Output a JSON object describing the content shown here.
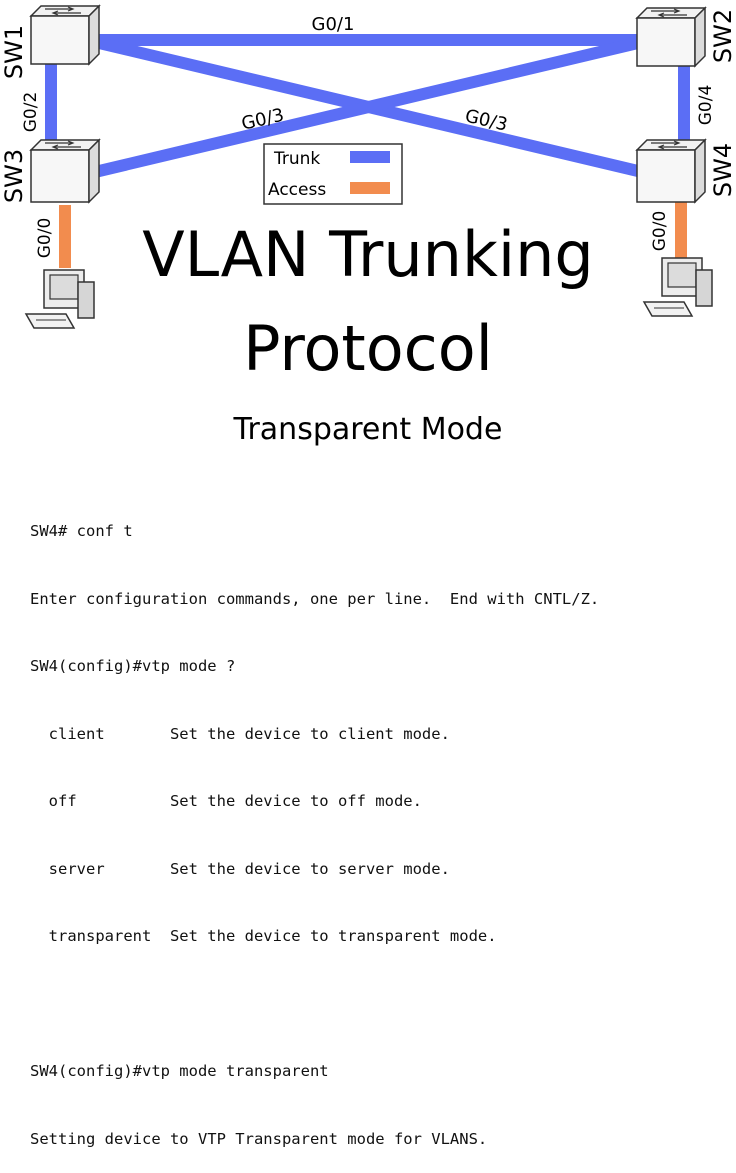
{
  "switches": {
    "sw1": "SW1",
    "sw2": "SW2",
    "sw3": "SW3",
    "sw4": "SW4"
  },
  "ports": {
    "sw1_sw2": "G0/1",
    "sw1_sw3": "G0/2",
    "sw3_sw2": "G0/3",
    "sw1_sw4": "G0/3",
    "sw2_sw4": "G0/4",
    "sw3_pc": "G0/0",
    "sw4_pc": "G0/0"
  },
  "legend": {
    "trunk": "Trunk",
    "access": "Access"
  },
  "colors": {
    "trunk": "#5b6ef5",
    "access": "#f28c4e"
  },
  "icons": {
    "switch": "network-switch-icon",
    "pc": "desktop-computer-icon"
  },
  "title": {
    "line1": "VLAN Trunking",
    "line2": "Protocol"
  },
  "subtitle": "Transparent Mode",
  "terminal": [
    "SW4# conf t",
    "Enter configuration commands, one per line.  End with CNTL/Z.",
    "SW4(config)#vtp mode ?",
    "  client       Set the device to client mode.",
    "  off          Set the device to off mode.",
    "  server       Set the device to server mode.",
    "  transparent  Set the device to transparent mode.",
    "",
    "SW4(config)#vtp mode transparent",
    "Setting device to VTP Transparent mode for VLANS."
  ]
}
